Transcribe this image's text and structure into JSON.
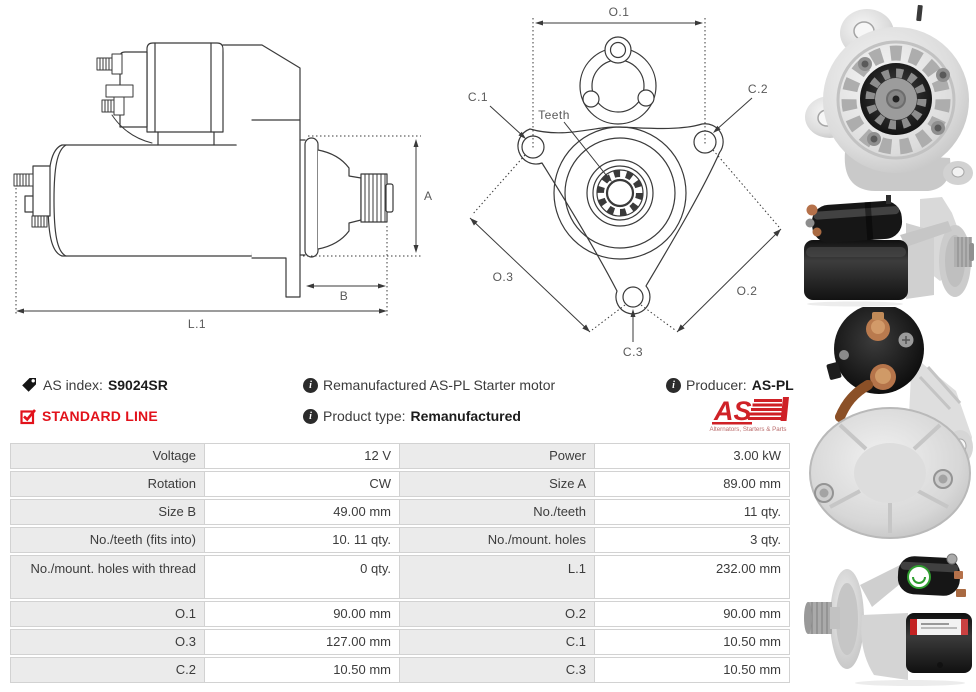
{
  "header": {
    "as_index": {
      "label": "AS index:",
      "value": "S9024SR"
    },
    "standard_line": "STANDARD LINE",
    "description": "Remanufactured AS-PL Starter motor",
    "product_type": {
      "label": "Product type:",
      "value": "Remanufactured"
    },
    "producer": {
      "label": "Producer:",
      "value": "AS-PL"
    },
    "logo": {
      "text": "AS",
      "tagline": "Alternators, Starters & Parts"
    }
  },
  "icons": {
    "tag": "tag-icon",
    "info": "info-icon",
    "check": "checkbox-checked-icon",
    "info_glyph": "i"
  },
  "diagram": {
    "side_view": {
      "label_a": "A",
      "label_b": "B",
      "label_l1": "L.1"
    },
    "front_view": {
      "label_o1": "O.1",
      "label_o2": "O.2",
      "label_o3": "O.3",
      "label_c1": "C.1",
      "label_c2": "C.2",
      "label_c3": "C.3",
      "label_teeth": "Teeth"
    }
  },
  "spec_table": {
    "rows": [
      {
        "label_left": "Voltage",
        "value_left": "12 V",
        "label_right": "Power",
        "value_right": "3.00 kW"
      },
      {
        "label_left": "Rotation",
        "value_left": "CW",
        "label_right": "Size A",
        "value_right": "89.00 mm"
      },
      {
        "label_left": "Size B",
        "value_left": "49.00 mm",
        "label_right": "No./teeth",
        "value_right": "11 qty."
      },
      {
        "label_left": "No./teeth (fits into)",
        "value_left": "10. 11 qty.",
        "label_right": "No./mount. holes",
        "value_right": "3 qty."
      },
      {
        "label_left": "No./mount. holes with thread",
        "value_left": "0 qty.",
        "label_right": "L.1",
        "value_right": "232.00 mm"
      },
      {
        "label_left": "O.1",
        "value_left": "90.00 mm",
        "label_right": "O.2",
        "value_right": "90.00 mm"
      },
      {
        "label_left": "O.3",
        "value_left": "127.00 mm",
        "label_right": "C.1",
        "value_right": "10.50 mm"
      },
      {
        "label_left": "C.2",
        "value_left": "10.50 mm",
        "label_right": "C.3",
        "value_right": "10.50 mm"
      }
    ]
  },
  "colors": {
    "accent_red": "#e2121b",
    "green": "#1e7d1e",
    "logo_red": "#cf2127",
    "table_label_bg": "#ebebeb",
    "table_border": "#d2d2d2",
    "text": "#3c3c3c",
    "line_art": "#3a3a3a"
  }
}
